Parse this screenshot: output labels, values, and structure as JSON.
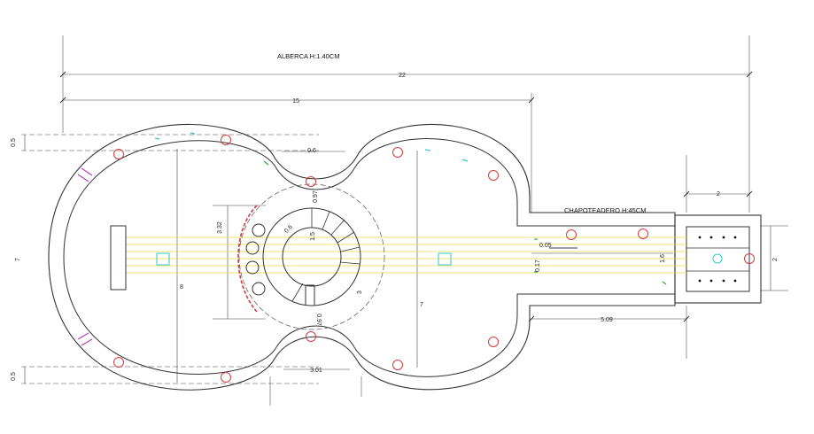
{
  "titles": {
    "pool": "ALBERCA H:1.40CM",
    "wading_pool": "CHAPOTEADERO H:45CM"
  },
  "dimensions": {
    "overall_length": "22",
    "body_length": "15",
    "waist_top": "0.6",
    "waist_bottom": "3.01",
    "end_width": "2",
    "neck_length": "5.09",
    "left_width": "7",
    "right_width": "7",
    "top_offset": "0.5",
    "bottom_offset": "0.5",
    "stair_width": "3.32",
    "body_height": "8",
    "upper_gap": "0.97",
    "lower_gap": "0.97",
    "small_a": "0.6",
    "small_b": "1.5",
    "small_c": "3",
    "neck_small": "0.05",
    "neck_height": "0.17",
    "head_height": "1.6",
    "head_width": "2"
  },
  "colors": {
    "outline": "#333333",
    "strings": "#e6d84a",
    "light": "#c8c8c8",
    "red": "#d23c3c",
    "cyan": "#33c6cc",
    "magenta": "#c040c0",
    "green": "#3caa3c"
  }
}
